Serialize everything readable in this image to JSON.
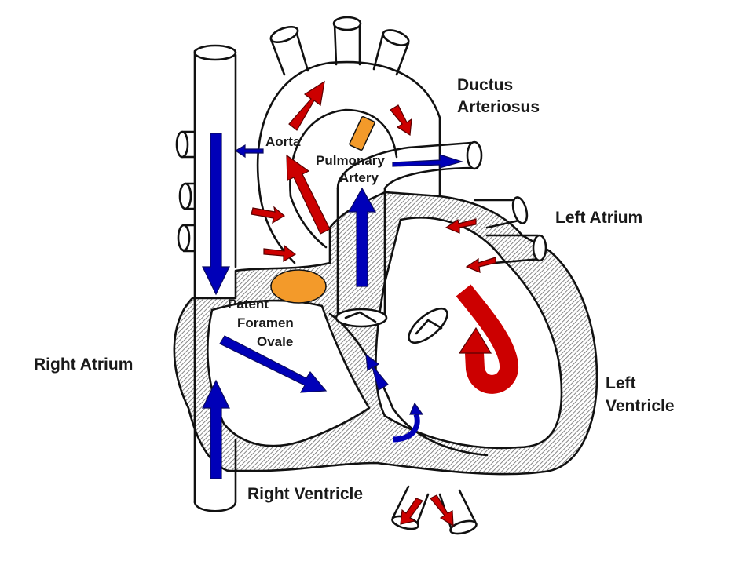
{
  "diagram": {
    "labels": {
      "ductus_line1": "Ductus",
      "ductus_line2": "Arteriosus",
      "aorta": "Aorta",
      "pulmonary_line1": "Pulmonary",
      "pulmonary_line2": "Artery",
      "left_atrium": "Left Atrium",
      "patent_line1": "Patent",
      "patent_line2": "Foramen",
      "patent_line3": "Ovale",
      "right_atrium": "Right Atrium",
      "left_ventricle_line1": "Left",
      "left_ventricle_line2": "Ventricle",
      "right_ventricle": "Right Ventricle"
    },
    "colors": {
      "oxygenated_arrow": "#cc0000",
      "deoxygenated_arrow": "#0000b8",
      "shunt_marker": "#f39a2a",
      "outline": "#111111",
      "wall_hatch": "#9a9a9a"
    }
  }
}
